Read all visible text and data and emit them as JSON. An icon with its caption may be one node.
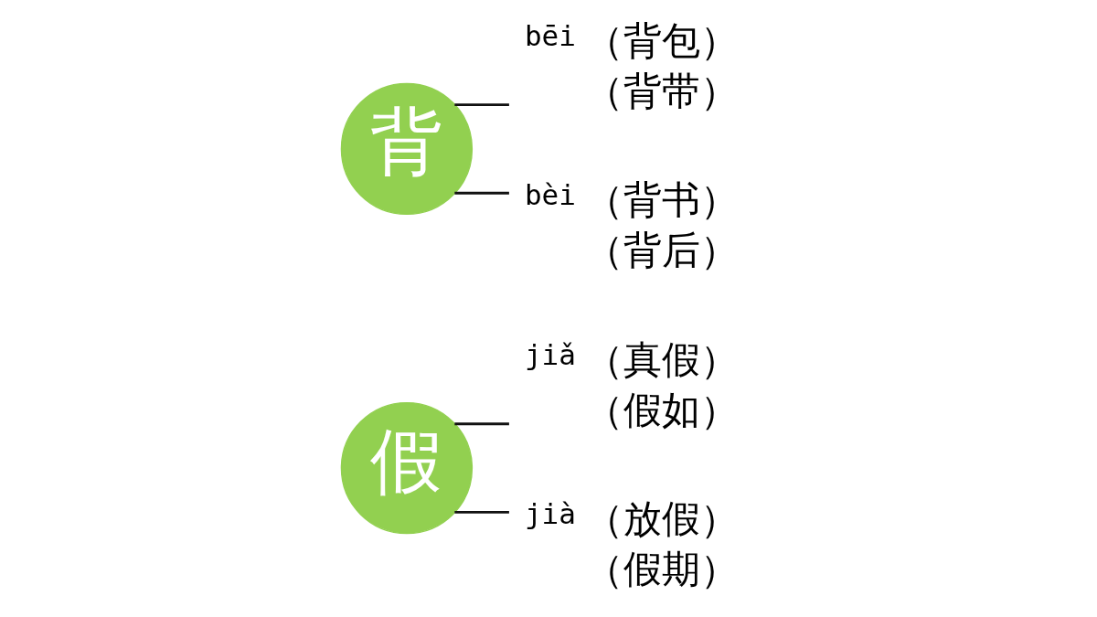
{
  "diagram": {
    "nodes": [
      {
        "text": [
          "假"
        ]
      },
      {
        "text": [
          "jiǎ"
        ],
        "beside": [
          "（真假）",
          "（假如）"
        ]
      },
      {
        "text": [
          "jià"
        ],
        "beside": [
          "（放假）",
          "（假期）"
        ]
      },
      {
        "text": [
          "背"
        ]
      },
      {
        "text": [
          "bēi"
        ],
        "beside": [
          "（背包）",
          "（背带）"
        ]
      },
      {
        "text": [
          "bèi"
        ],
        "beside": [
          "（背书）",
          "（背后）"
        ]
      }
    ],
    "edges": [
      {
        "from": 0,
        "to": 1,
        "arrow": "none"
      },
      {
        "from": 0,
        "to": 2,
        "arrow": "none"
      },
      {
        "from": 3,
        "to": 4,
        "arrow": "none"
      },
      {
        "from": 3,
        "to": 5,
        "arrow": "none"
      }
    ]
  }
}
